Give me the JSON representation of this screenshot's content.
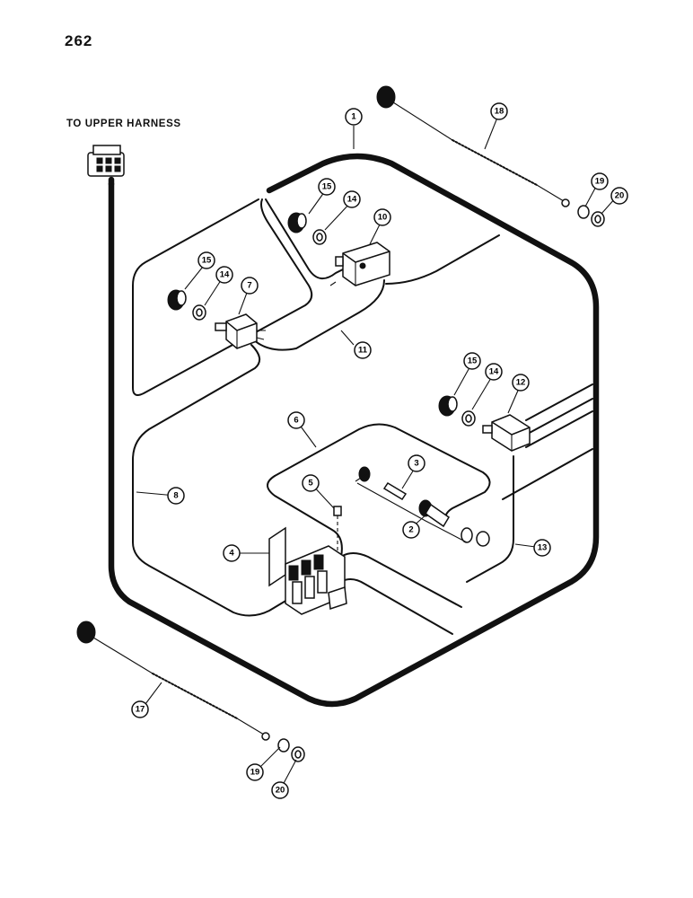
{
  "page": {
    "number": "262"
  },
  "caption": {
    "upper_harness": "TO UPPER HARNESS"
  },
  "callouts": [
    {
      "id": "1",
      "label": "1"
    },
    {
      "id": "2",
      "label": "2"
    },
    {
      "id": "3",
      "label": "3"
    },
    {
      "id": "4",
      "label": "4"
    },
    {
      "id": "5",
      "label": "5"
    },
    {
      "id": "6",
      "label": "6"
    },
    {
      "id": "7",
      "label": "7"
    },
    {
      "id": "8",
      "label": "8"
    },
    {
      "id": "10",
      "label": "10"
    },
    {
      "id": "11",
      "label": "11"
    },
    {
      "id": "12",
      "label": "12"
    },
    {
      "id": "13",
      "label": "13"
    },
    {
      "id": "14a",
      "label": "14"
    },
    {
      "id": "14b",
      "label": "14"
    },
    {
      "id": "14c",
      "label": "14"
    },
    {
      "id": "15a",
      "label": "15"
    },
    {
      "id": "15b",
      "label": "15"
    },
    {
      "id": "15c",
      "label": "15"
    },
    {
      "id": "17",
      "label": "17"
    },
    {
      "id": "18",
      "label": "18"
    },
    {
      "id": "19a",
      "label": "19"
    },
    {
      "id": "19b",
      "label": "19"
    },
    {
      "id": "20a",
      "label": "20"
    },
    {
      "id": "20b",
      "label": "20"
    }
  ]
}
